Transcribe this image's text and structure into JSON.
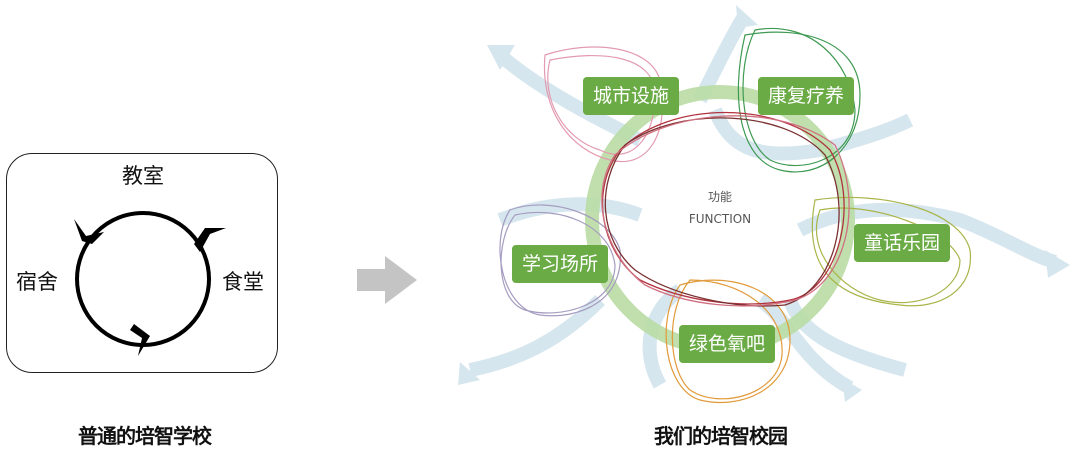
{
  "left_panel": {
    "title": "普通的培智学校",
    "nodes": {
      "top": "教室",
      "left": "宿舍",
      "right": "食堂"
    },
    "cycle_color": "#000000"
  },
  "transition_arrow": {
    "icon": "arrow-right-icon",
    "color": "#c0c0c0"
  },
  "right_panel": {
    "title": "我们的培智校园",
    "center": {
      "label_cn": "功能",
      "label_en": "FUNCTION"
    },
    "tags": [
      {
        "label": "城市设施",
        "loop_color": "#e39ab0"
      },
      {
        "label": "康复疗养",
        "loop_color": "#3f9a52"
      },
      {
        "label": "童话乐园",
        "loop_color": "#a9b54a"
      },
      {
        "label": "绿色氧吧",
        "loop_color": "#e19a3a"
      },
      {
        "label": "学习场所",
        "loop_color": "#a59cc0"
      }
    ],
    "colors": {
      "tag_bg": "#6aab45",
      "ring": "#b9dca4",
      "flow_arrows": "#d6e6ee",
      "center_loop": "#b2323f"
    }
  }
}
